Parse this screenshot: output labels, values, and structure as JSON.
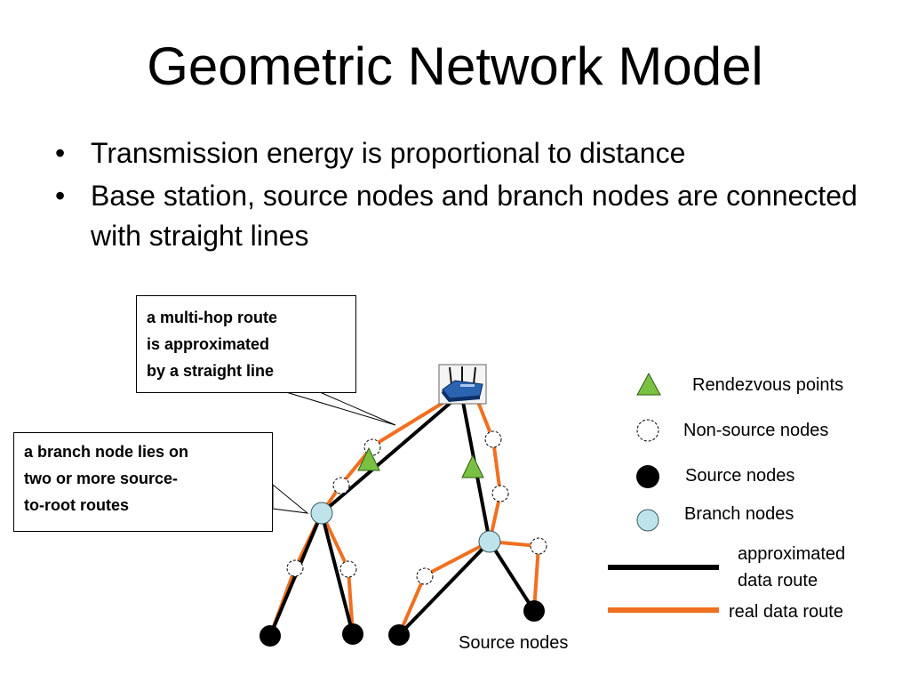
{
  "title": "Geometric Network Model",
  "bullets": [
    "Transmission energy is proportional to distance",
    "Base station, source nodes and branch nodes are connected with straight lines"
  ],
  "bullet_glyph": "•",
  "callouts": {
    "route": "a multi-hop route\nis approximated\nby a straight line",
    "branch": "a branch node lies on\ntwo or more source-\nto-root routes"
  },
  "legend": {
    "rendezvous": "Rendezvous points",
    "non_source": "Non-source nodes",
    "source": "Source nodes",
    "branch": "Branch nodes",
    "approx_route": "approximated\ndata route",
    "real_route": "real data route"
  },
  "source_nodes_caption": "Source nodes",
  "icons": {
    "base_station": "wireless-router-icon",
    "rendezvous": "green-triangle-icon",
    "non_source": "dashed-circle-icon",
    "source": "black-circle-icon",
    "branch": "light-blue-circle-icon"
  },
  "colors": {
    "approx_route": "#000000",
    "real_route": "#f07020",
    "rendezvous": "#7ac143",
    "branch": "#bfe3ea",
    "source": "#000000"
  }
}
